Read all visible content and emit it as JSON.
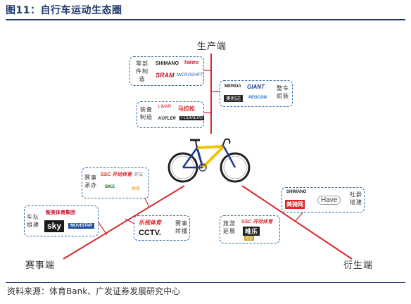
{
  "figure": {
    "title": "图11：自行车运动生态圈",
    "source": "资料来源：体育Bank、广发证券发展研究中心"
  },
  "ends": {
    "production": "生产端",
    "events": "赛事端",
    "derivative": "衍生端"
  },
  "production": {
    "parts": {
      "label": "零部件制造",
      "logos": [
        "SHIMANO",
        "Tektro",
        "SRAM",
        "MICROSHIFT"
      ]
    },
    "assembly": {
      "label": "装备制造",
      "logos": [
        "LIMAR",
        "马拉松",
        "KOTLER",
        "FOURIERS"
      ]
    },
    "bikes": {
      "label": "整车组装",
      "logos": [
        "MERIDA",
        "GIANT",
        "美利达",
        "PEGCON"
      ]
    }
  },
  "events": {
    "hosting": {
      "label": "赛事承办",
      "logos": [
        "SSC 开动体育",
        "环法",
        "BIKE",
        "体育"
      ]
    },
    "teams": {
      "label": "车队组建",
      "logos": [
        "智美体育集团",
        "sky",
        "MOVISTAR"
      ]
    },
    "broadcast": {
      "label": "赛事转播",
      "logos": [
        "乐视体育",
        "CCTV."
      ]
    }
  },
  "derivative": {
    "social": {
      "label": "社群搭建",
      "logos": [
        "SHIMANO",
        "美骑网",
        "Have"
      ]
    },
    "travel": {
      "label": "旅游延展",
      "logos": [
        "SSC 开动体育",
        "唯乐",
        "旅游"
      ]
    }
  },
  "colors": {
    "production_line": "#d9252a",
    "box_border": "#2f6aa6",
    "title": "#1f3a6b"
  }
}
